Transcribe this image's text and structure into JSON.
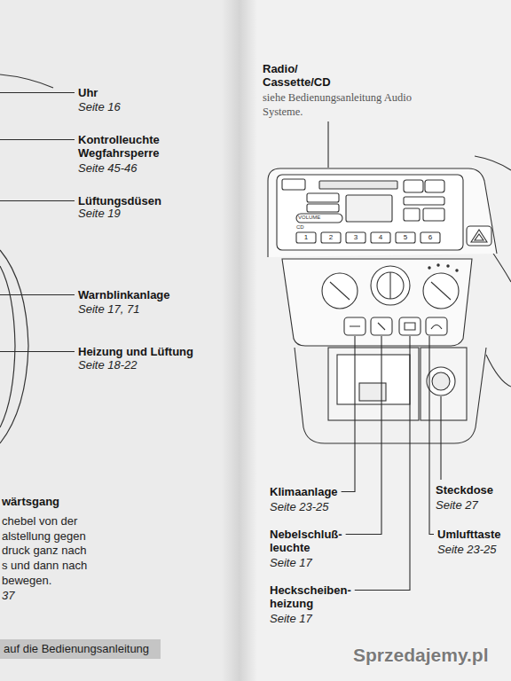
{
  "diagram": {
    "nodes": [
      {
        "text": [
          "auf die Bedienungsanleitung"
        ]
      }
    ],
    "labels": [
      "Uhr",
      "Seite 16",
      "Kontrolleuchte Wegfahrsperre",
      "Seite 45-46",
      "Lüftungsdüsen",
      "Seite 19",
      "Warnblinkanlage",
      "Seite 17, 71",
      "Heizung und Lüftung",
      "Seite 18-22",
      "wärtsgang",
      "chebel von der",
      "alstellung gegen",
      "druck ganz nach",
      "s und dann nach",
      "bewegen.",
      "37",
      "Radio/ Cassette/CD",
      "siehe Bedienungsanleitung Audio Systeme.",
      "VOLUME",
      "CD",
      "1",
      "2",
      "3",
      "4",
      "5",
      "6",
      "Klimaanlage",
      "Seite 23-25",
      "Nebelschluß- leuchte",
      "Seite 17",
      "Heckscheiben- heizung",
      "Seite 17",
      "Steckdose",
      "Seite 27",
      "Umlufttaste",
      "Seite 23-25",
      "Sprzedajemy.pl"
    ]
  }
}
